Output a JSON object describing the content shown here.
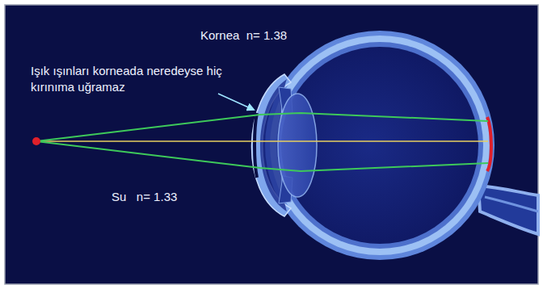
{
  "diagram": {
    "labels": [
      "Kornea  n= 1.38",
      "Işık ışınları korneada neredeyse hiç kırınıma uğramaz",
      "Su   n= 1.33"
    ]
  }
}
